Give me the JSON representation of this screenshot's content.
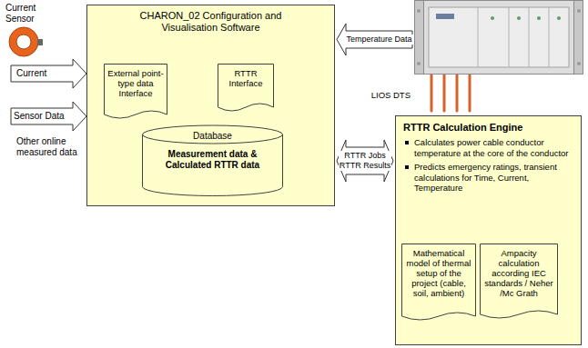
{
  "diagram": {
    "nodes": [
      {
        "text": [
          "CHARON_02 Configuration and Visualisation Software"
        ]
      },
      {
        "text": [
          "External point-type data Interface"
        ],
        "in": 0
      },
      {
        "text": [
          "RTTR Interface"
        ],
        "in": 0
      },
      {
        "text": [
          "Database",
          "Measurement data & Calculated RTTR data"
        ],
        "in": 0
      },
      {
        "text": [
          "LIOS DTS"
        ]
      },
      {
        "text": [
          "RTTR Calculation Engine",
          "Calculates power cable conductor temperature at the core of the conductor",
          "Predicts emergency ratings, transient calculations for Time, Current, Temperature"
        ]
      },
      {
        "text": [
          "Mathematical model of thermal setup of the project (cable, soil, ambient)"
        ],
        "in": 5
      },
      {
        "text": [
          "Ampacity calculation according IEC standards / Neher /Mc Grath"
        ],
        "in": 5
      }
    ],
    "edges": [
      {
        "from": 4,
        "to": 0,
        "arrow": "to",
        "label": "Temperature Data"
      },
      {
        "from": 0,
        "to": 5,
        "arrow": "both",
        "label": "RTTR Jobs RTTR Results"
      }
    ],
    "labels": [
      "Current Sensor",
      "Current",
      "Sensor Data",
      "Other online measured data"
    ]
  }
}
